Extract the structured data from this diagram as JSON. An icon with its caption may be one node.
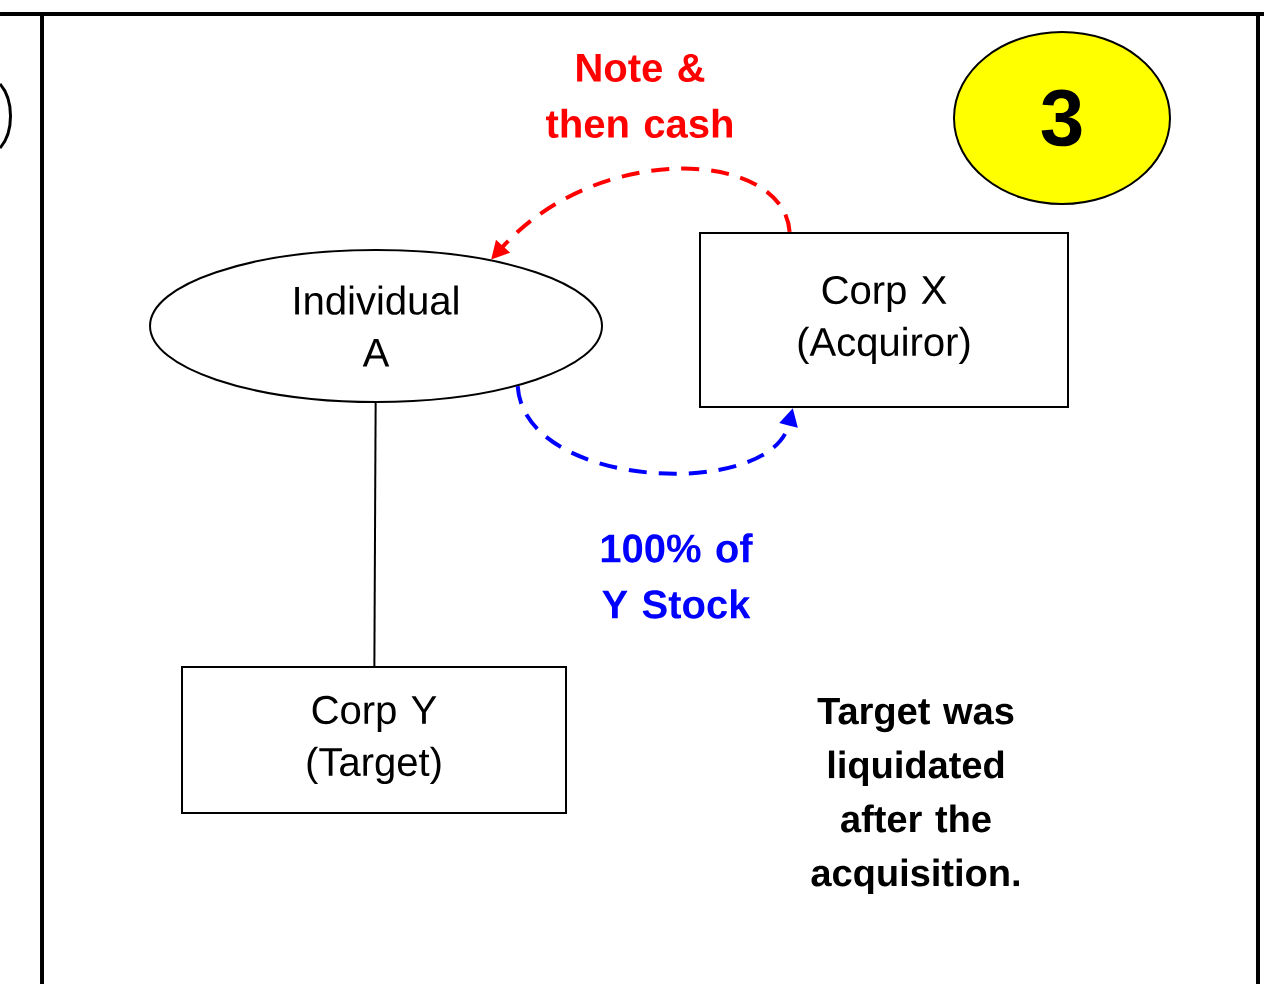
{
  "diagram": {
    "nodes": [
      {
        "text": [
          "Individual A"
        ]
      },
      {
        "text": [
          "Corp X (Acquiror)"
        ]
      },
      {
        "text": [
          "Corp Y (Target)"
        ]
      },
      {
        "text": [
          "3"
        ]
      }
    ],
    "edges": [
      {
        "from": 1,
        "to": 0,
        "arrow": "to",
        "style": "dashed",
        "color": "#ff0000",
        "label": "Note & then cash"
      },
      {
        "from": 0,
        "to": 1,
        "arrow": "to",
        "style": "dashed",
        "color": "#0000ff",
        "label": "100% of Y Stock"
      },
      {
        "from": 0,
        "to": 2,
        "arrow": "none",
        "color": "#000000"
      }
    ],
    "labels": [
      "Target was liquidated after the acquisition."
    ]
  }
}
